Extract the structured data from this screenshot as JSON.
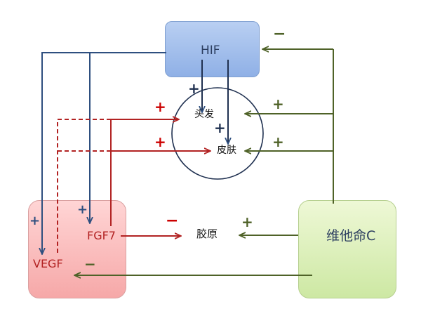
{
  "nodes": {
    "hif": {
      "label": "HIF"
    },
    "hair": {
      "label": "头发"
    },
    "skin": {
      "label": "皮肤"
    },
    "vegf": {
      "label": "VEGF"
    },
    "fgf7": {
      "label": "FGF7"
    },
    "collagen": {
      "label": "胶原"
    },
    "vitamin_c": {
      "label": "维他命C"
    }
  },
  "edges": {
    "hif_to_hair": "+",
    "hif_to_skin": "+",
    "vitc_to_hif": "−",
    "vitc_to_hair": "+",
    "vitc_to_skin": "+",
    "vitc_to_collagen": "+",
    "vitc_to_vegf": "−",
    "hif_to_vegf": "+",
    "hif_to_fgf7": "+",
    "fgf7_to_hair": "+",
    "fgf7_to_skin": "+",
    "fgf7_to_collagen": "−"
  },
  "colors": {
    "blue": "#2e4f7f",
    "green": "#4f6228",
    "red": "#b22222",
    "text": "#2c3e60"
  }
}
